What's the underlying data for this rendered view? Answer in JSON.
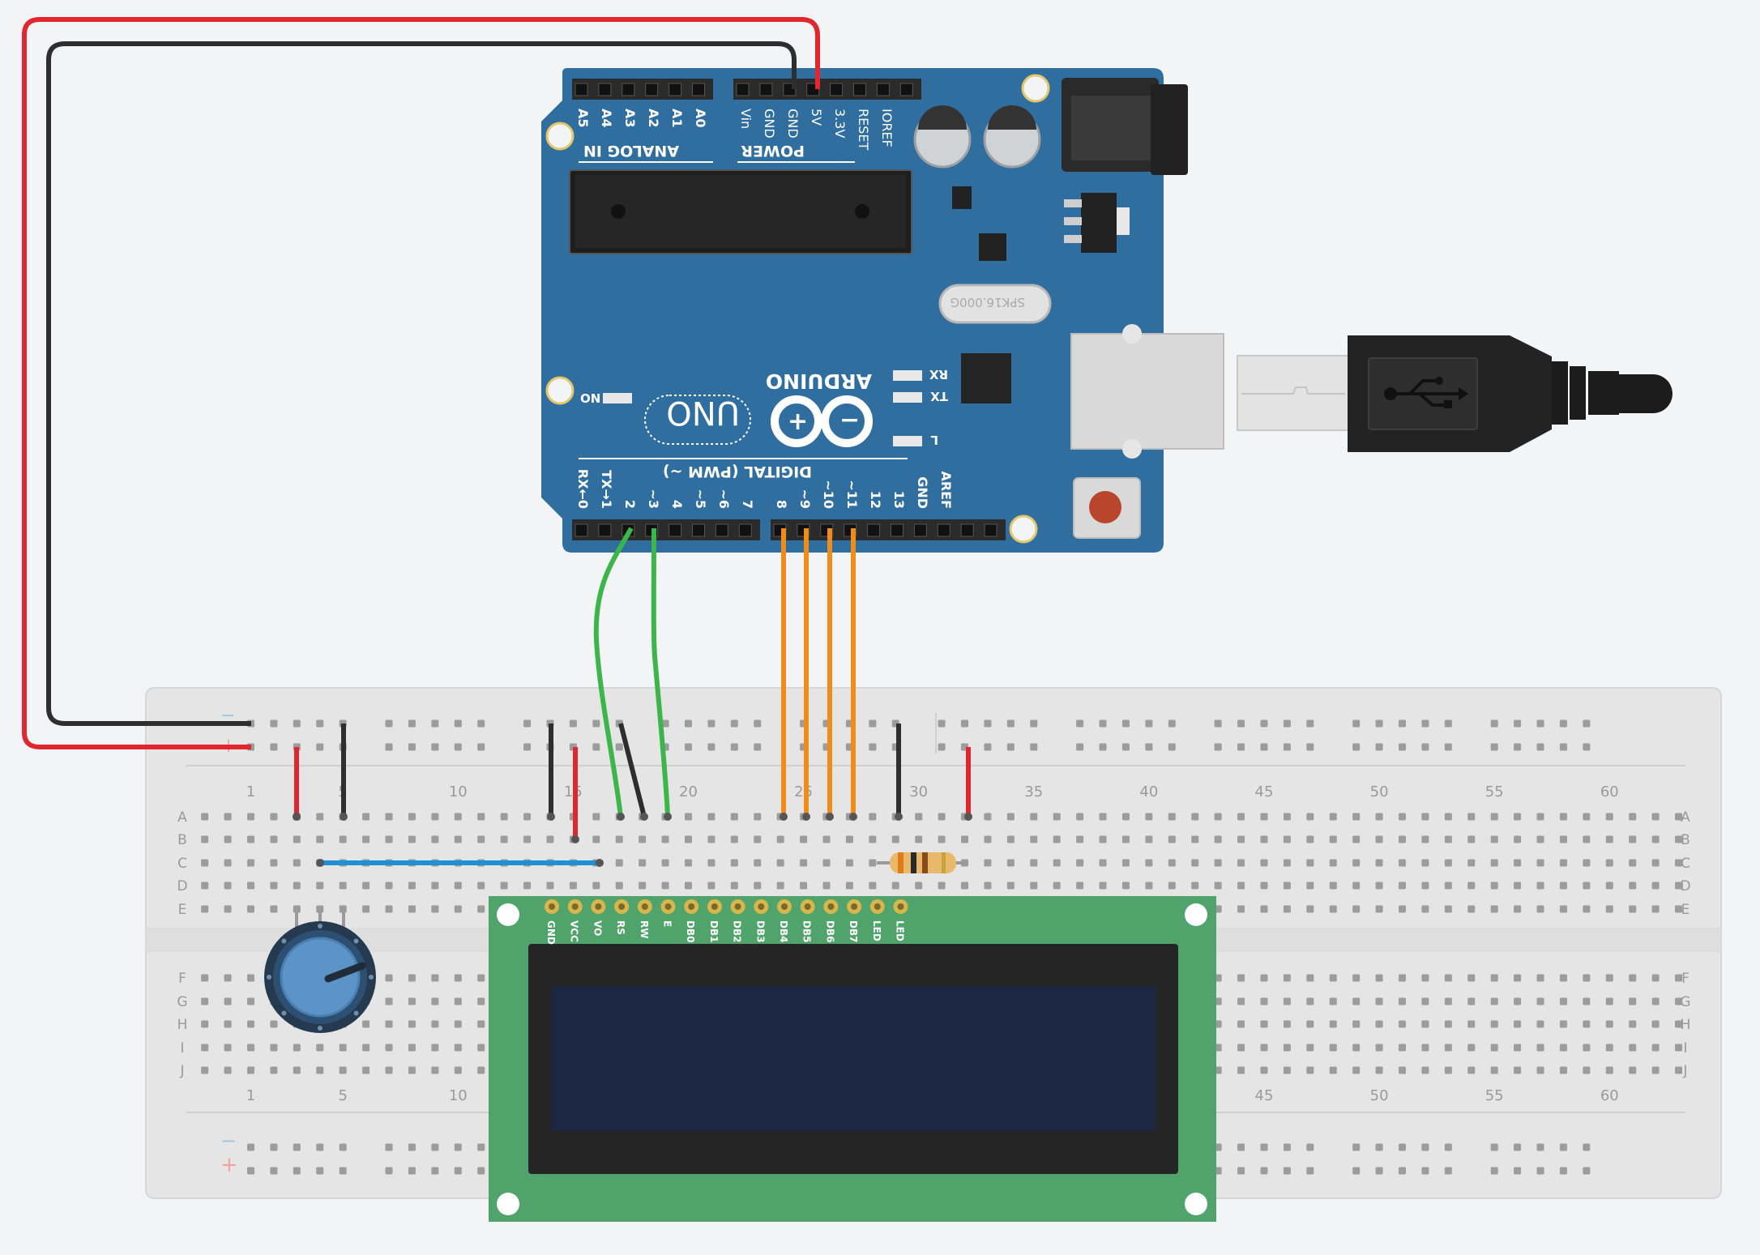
{
  "arduino": {
    "brand": "ARDUINO",
    "model": "UNO",
    "analog_header": "ANALOG IN",
    "power_header": "POWER",
    "digital_header": "DIGITAL (PWM ~)",
    "analog_pins": [
      "A5",
      "A4",
      "A3",
      "A2",
      "A1",
      "A0"
    ],
    "power_pins": [
      "Vin",
      "GND",
      "GND",
      "5V",
      "3.3V",
      "RESET",
      "IOREF"
    ],
    "digital_pins_low": [
      "RX←0",
      "TX→1",
      "2",
      "~3",
      "4",
      "~5",
      "~6",
      "7"
    ],
    "digital_pins_high": [
      "8",
      "~9",
      "~10",
      "~11",
      "12",
      "13",
      "GND",
      "AREF"
    ],
    "leds": {
      "rx": "RX",
      "tx": "TX",
      "l": "L",
      "on": "ON"
    },
    "crystal": "SPK16.000G",
    "colors": {
      "board": "#2f6e9e",
      "header": "#2b2b2b"
    }
  },
  "usb": {
    "icon": "usb-icon"
  },
  "breadboard": {
    "column_labels": [
      "1",
      "5",
      "10",
      "15",
      "20",
      "25",
      "30",
      "35",
      "40",
      "45",
      "50",
      "55",
      "60"
    ],
    "row_labels_top": [
      "A",
      "B",
      "C",
      "D",
      "E"
    ],
    "row_labels_bottom": [
      "F",
      "G",
      "H",
      "I",
      "J"
    ],
    "rail_minus": "−",
    "rail_plus": "+"
  },
  "lcd": {
    "pins": [
      "GND",
      "VCC",
      "VO",
      "RS",
      "RW",
      "E",
      "DB0",
      "DB1",
      "DB2",
      "DB3",
      "DB4",
      "DB5",
      "DB6",
      "DB7",
      "LED",
      "LED"
    ],
    "colors": {
      "pcb": "#4fa36b",
      "bezel": "#252525",
      "screen": "#1c2745"
    }
  },
  "wires": {
    "colors": {
      "red": "#e0262f",
      "black": "#2e2e2e",
      "green": "#3cb54a",
      "orange": "#f08c1a",
      "blue": "#1f8fd6"
    }
  }
}
